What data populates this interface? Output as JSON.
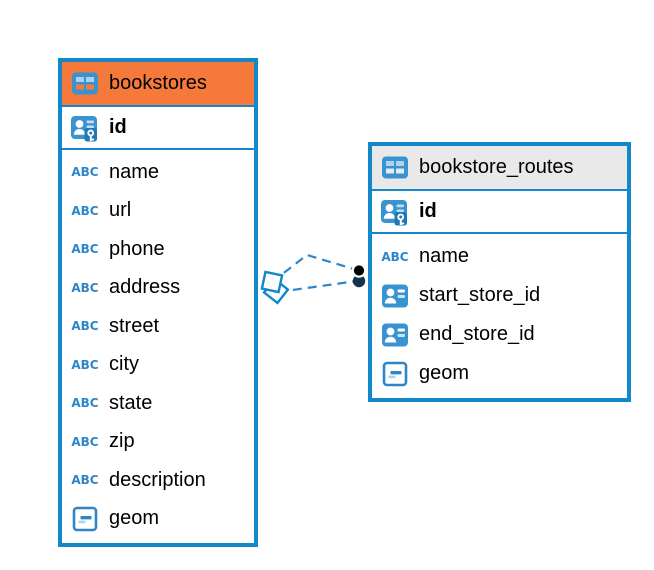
{
  "canvas": {
    "background": "#ffffff"
  },
  "palette": {
    "table_border": "#1287C9",
    "icon_blue": "#3A93D1",
    "icon_light_blue": "#BFE0F4",
    "abc_blue": "#2E86C8",
    "relationship_blue": "#2E86C8",
    "bookstores_header": "#F5793B",
    "routes_header": "#E9E9E9",
    "dot_marker_black": "#000000",
    "dot_marker_navy": "#16324F"
  },
  "icons": {
    "text_type_glyph": "ABC"
  },
  "tables": [
    {
      "name": "bookstores",
      "header_color": "#F5793B",
      "primary_key": {
        "name": "id",
        "type": "primary-key"
      },
      "columns": [
        {
          "name": "name",
          "type": "text"
        },
        {
          "name": "url",
          "type": "text"
        },
        {
          "name": "phone",
          "type": "text"
        },
        {
          "name": "address",
          "type": "text"
        },
        {
          "name": "street",
          "type": "text"
        },
        {
          "name": "city",
          "type": "text"
        },
        {
          "name": "state",
          "type": "text"
        },
        {
          "name": "zip",
          "type": "text"
        },
        {
          "name": "description",
          "type": "text"
        },
        {
          "name": "geom",
          "type": "geometry"
        }
      ]
    },
    {
      "name": "bookstore_routes",
      "header_color": "#E9E9E9",
      "primary_key": {
        "name": "id",
        "type": "primary-key"
      },
      "columns": [
        {
          "name": "name",
          "type": "text"
        },
        {
          "name": "start_store_id",
          "type": "reference"
        },
        {
          "name": "end_store_id",
          "type": "reference"
        },
        {
          "name": "geom",
          "type": "geometry"
        }
      ]
    }
  ],
  "relationships": [
    {
      "from_table": "bookstore_routes",
      "from_column": "start_store_id",
      "to_table": "bookstores",
      "to_column": "id",
      "line_style": "dashed"
    },
    {
      "from_table": "bookstore_routes",
      "from_column": "end_store_id",
      "to_table": "bookstores",
      "to_column": "id",
      "line_style": "dashed"
    }
  ]
}
